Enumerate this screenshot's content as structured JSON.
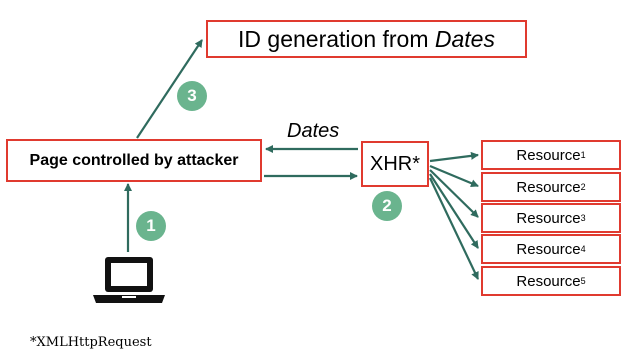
{
  "boxes": {
    "id_generation": {
      "prefix": "ID generation from ",
      "emphasis": "Dates"
    },
    "page": "Page controlled by attacker",
    "xhr": "XHR*"
  },
  "dates_label": "Dates",
  "resources": [
    {
      "label": "Resource",
      "sub": "1"
    },
    {
      "label": "Resource",
      "sub": "2"
    },
    {
      "label": "Resource",
      "sub": "3"
    },
    {
      "label": "Resource",
      "sub": "4"
    },
    {
      "label": "Resource",
      "sub": "5"
    }
  ],
  "steps": [
    "1",
    "2",
    "3"
  ],
  "footnote": "*XMLHttpRequest",
  "colors": {
    "box_border": "#e03a2f",
    "arrow": "#2f6b5e",
    "badge": "#6ab48e"
  },
  "icons": [
    "laptop-icon"
  ]
}
